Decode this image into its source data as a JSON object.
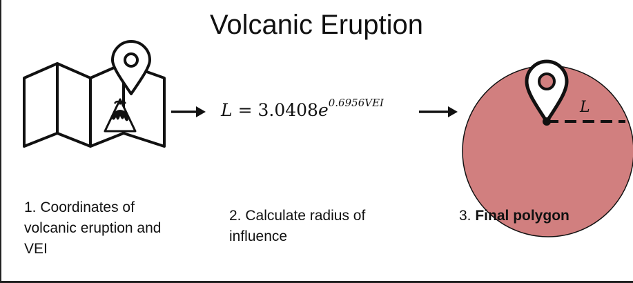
{
  "title": "Volcanic Eruption",
  "formula": {
    "lhs": "L",
    "equals": "=",
    "coefficient": "3.0408",
    "base": "e",
    "exponent": "0.6956VEI"
  },
  "radius_label": "L",
  "steps": [
    {
      "number": "1.",
      "text": "Coordinates of volcanic eruption and VEI"
    },
    {
      "number": "2.",
      "text": "Calculate radius of influence"
    },
    {
      "number": "3.",
      "text": "Final polygon"
    }
  ],
  "colors": {
    "polygon_fill": "#d17f7f",
    "outline": "#111111"
  },
  "icons": {
    "step1": "map-with-volcano-and-location-pin-icon",
    "step3": "location-pin-icon"
  }
}
